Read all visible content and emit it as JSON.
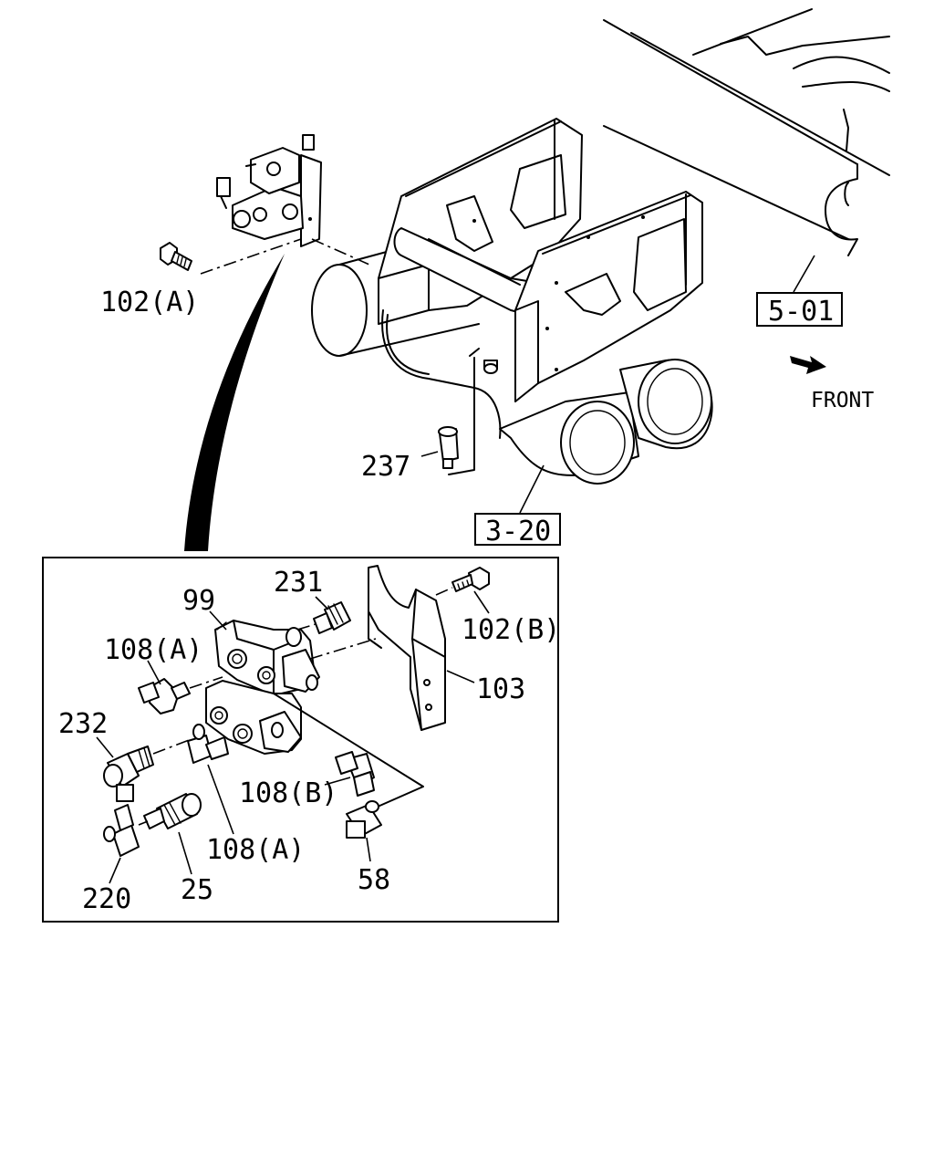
{
  "labels": {
    "ref_5_01": "5-01",
    "ref_3_20": "3-20",
    "front": "FRONT",
    "p102a_top": "102(A)",
    "p237": "237",
    "p99": "99",
    "p231": "231",
    "p102b": "102(B)",
    "p108a_upper": "108(A)",
    "p103": "103",
    "p232": "232",
    "p108b": "108(B)",
    "p108a_lower": "108(A)",
    "p220": "220",
    "p25": "25",
    "p58": "58"
  },
  "colors": {
    "line": "#000000",
    "background": "#ffffff"
  }
}
